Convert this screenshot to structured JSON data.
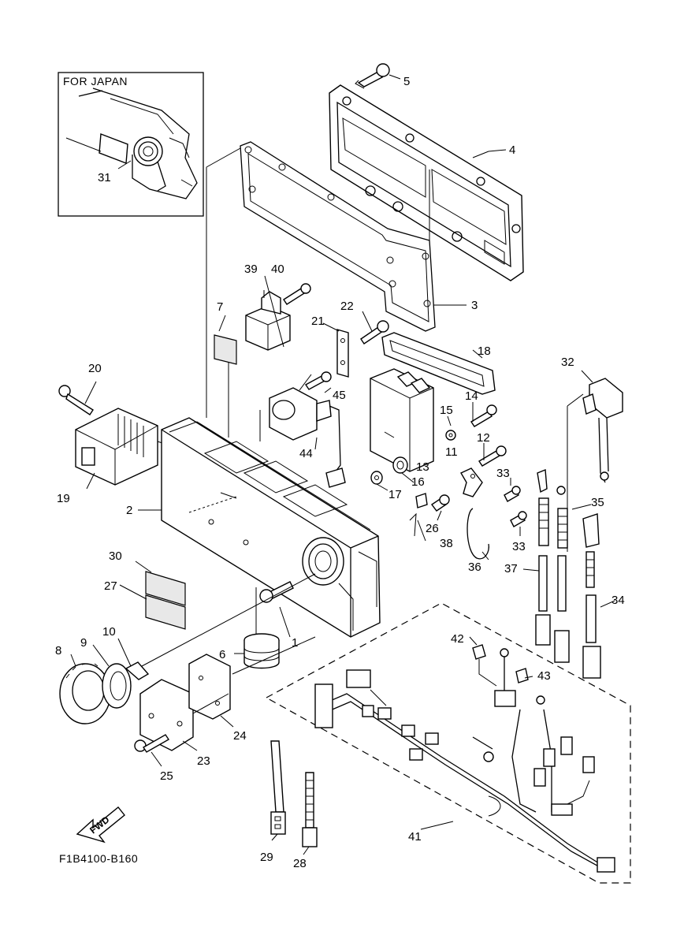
{
  "inset": {
    "title": "FOR JAPAN",
    "label": "31"
  },
  "callouts": [
    "1",
    "2",
    "3",
    "4",
    "5",
    "6",
    "7",
    "8",
    "9",
    "10",
    "11",
    "12",
    "13",
    "14",
    "15",
    "16",
    "17",
    "18",
    "19",
    "20",
    "21",
    "22",
    "23",
    "24",
    "25",
    "26",
    "27",
    "28",
    "29",
    "30",
    "32",
    "33",
    "33",
    "34",
    "35",
    "36",
    "37",
    "38",
    "39",
    "40",
    "41",
    "42",
    "43",
    "44",
    "45"
  ],
  "direction_label": "FWD",
  "diagram_code": "F1B4100-B160"
}
